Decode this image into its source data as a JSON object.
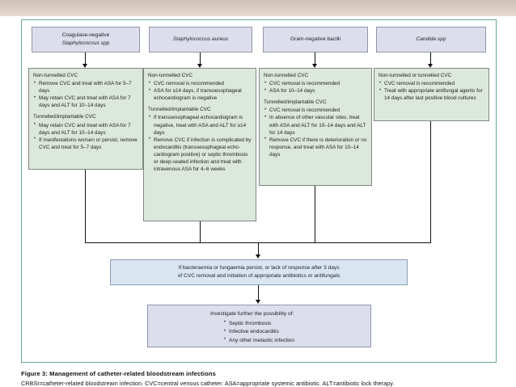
{
  "figure": {
    "caption_title": "Figure 3: Management of catheter-related bloodstream infections",
    "caption_footnote": "CRBSI=catheter-related bloodstream infection. CVC=central venous catheter. ASA=appropriate systemic antibiotic. ALT=antibiotic lock therapy."
  },
  "colors": {
    "header_box_fill": "#dcdeec",
    "header_box_border": "#9296ab",
    "content_box_fill": "#dde8dd",
    "content_box_border": "#7d8a7d",
    "blue_box_fill": "#d9e6f2",
    "blue_box_border": "#8b9cae",
    "frame_border": "#6aa69a",
    "connector": "#111111",
    "top_strip": "#d8cac0"
  },
  "columns": [
    {
      "id": "coagulase-negative-staphylococcus",
      "header_line1": "Coagulase-negative",
      "header_line2": "Staphylococcus spp",
      "header_line2_italic": true,
      "sections": [
        {
          "subhead": "Non-tunnelled CVC",
          "bullets": [
            "Remove CVC and treat with ASA for 5–7 days",
            "May retain CVC and treat with ASA for 7 days and ALT for 10–14 days"
          ]
        },
        {
          "subhead": "Tunnelled/implantable CVC",
          "bullets": [
            "May retain CVC and treat with ASA for 7 days and ALT for 10–14 days",
            "If manifestations worsen or persist, remove CVC and treat for 5–7 days"
          ]
        }
      ]
    },
    {
      "id": "staphylococcus-aureus",
      "header_line1": "Staphylococcus aureus",
      "header_line2": "",
      "header_line2_italic": false,
      "sections": [
        {
          "subhead": "Non-tunnelled CVC",
          "bullets": [
            "CVC removal is recommended",
            "ASA for ≥14 days, if transoesophageal echocardiogram is negative"
          ]
        },
        {
          "subhead": "Tunnelled/implantable CVC",
          "bullets": [
            "If transoesophageal echocardiogram is negative, treat with ASA and ALT for ≥14 days",
            "Remove CVC if infection is complicated by endocarditis (transoesophageal echo-cardiogram positive) or septic thrombosis or deep-seated infection and treat with intravenous ASA for 4–6 weeks"
          ]
        }
      ]
    },
    {
      "id": "gram-negative-bacilli",
      "header_line1": "Gram-negative bacilli",
      "header_line2": "",
      "header_line2_italic": false,
      "sections": [
        {
          "subhead": "Non-tunnelled CVC",
          "bullets": [
            "CVC removal is recommended",
            "ASA for 10–14 days"
          ]
        },
        {
          "subhead": "Tunnelled/implantable CVC",
          "bullets": [
            "CVC removal is recommended",
            "In absence of other vascular sites, treat with ASA and ALT for 10–14 days and ALT for 14 days",
            "Remove CVC if there is deterioration or no response, and treat with ASA for 10–14 days"
          ]
        }
      ]
    },
    {
      "id": "candida-spp",
      "header_line1": "Candida spp",
      "header_line2": "",
      "header_line2_italic": false,
      "sections": [
        {
          "subhead": "Non-tunnelled or tunnelled CVC",
          "bullets": [
            "CVC removal is recommended",
            "Treat with appropriate antifungal agents for 14 days after last positive blood cultures"
          ]
        }
      ]
    }
  ],
  "persist_node": {
    "line1": "If bacteraemia or fungaemia persist, or lack of response after 3 days",
    "line2": "of CVC removal and initiation of appropriate antibiotics or antifungals"
  },
  "investigate_node": {
    "title": "Investigate further the possibility of:",
    "bullets": [
      "Septic thrombosis",
      "Infective endocarditis",
      "Any other metastic infection"
    ]
  }
}
